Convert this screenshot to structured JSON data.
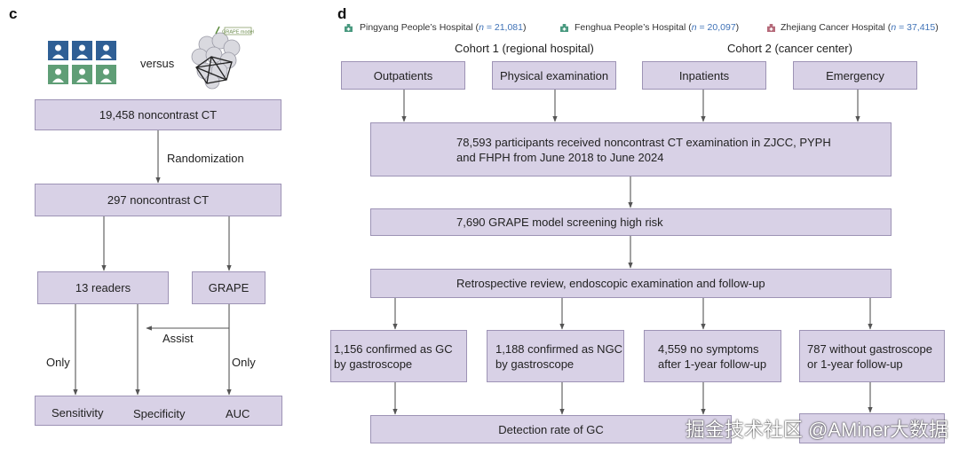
{
  "panel_c": {
    "label": "c",
    "versus": "versus",
    "noncontrast_19458": "19,458 noncontrast CT",
    "randomization": "Randomization",
    "noncontrast_297": "297 noncontrast CT",
    "readers": "13 readers",
    "grape": "GRAPE",
    "assist": "Assist",
    "only_left": "Only",
    "only_right": "Only",
    "sensitivity": "Sensitivity",
    "specificity": "Specificity",
    "auc": "AUC",
    "grape_icon_text": "GRAPE model"
  },
  "panel_d": {
    "label": "d",
    "hospitals": [
      {
        "name": "Pingyang People’s Hospital (",
        "n_label": "n",
        "n_value": " = 21,081",
        "close": ")",
        "color": "#4a9a80"
      },
      {
        "name": "Fenghua People’s Hospital (",
        "n_label": "n",
        "n_value": " = 20,097",
        "close": ")",
        "color": "#4a9a80"
      },
      {
        "name": "Zhejiang Cancer Hospital (",
        "n_label": "n",
        "n_value": " = 37,415",
        "close": ")",
        "color": "#b56a7a"
      }
    ],
    "cohort1": "Cohort 1 (regional hospital)",
    "cohort2": "Cohort 2 (cancer center)",
    "sources": [
      "Outpatients",
      "Physical examination",
      "Inpatients",
      "Emergency"
    ],
    "participants_line1": "78,593 participants received noncontrast CT examination in ZJCC, PYPH",
    "participants_line2": "and FHPH from June 2018 to June 2024",
    "screening": "7,690 GRAPE model screening high risk",
    "review": "Retrospective review, endoscopic examination and follow-up",
    "outcomes": [
      {
        "line1": "1,156 confirmed as GC",
        "line2": "by gastroscope"
      },
      {
        "line1": "1,188 confirmed as NGC",
        "line2": "by gastroscope"
      },
      {
        "line1": "4,559 no symptoms",
        "line2": "after 1-year follow-up"
      },
      {
        "line1": "787 without gastroscope",
        "line2": "or 1-year follow-up"
      }
    ],
    "detection": "Detection rate of GC"
  },
  "watermark": "掘金技术社区 @AMiner大数据",
  "colors": {
    "box_fill": "#d8d1e6",
    "box_border": "#9d93b5",
    "reader_blue": "#2f5f95",
    "reader_green": "#5f9e76",
    "n_blue": "#3f72b7"
  }
}
